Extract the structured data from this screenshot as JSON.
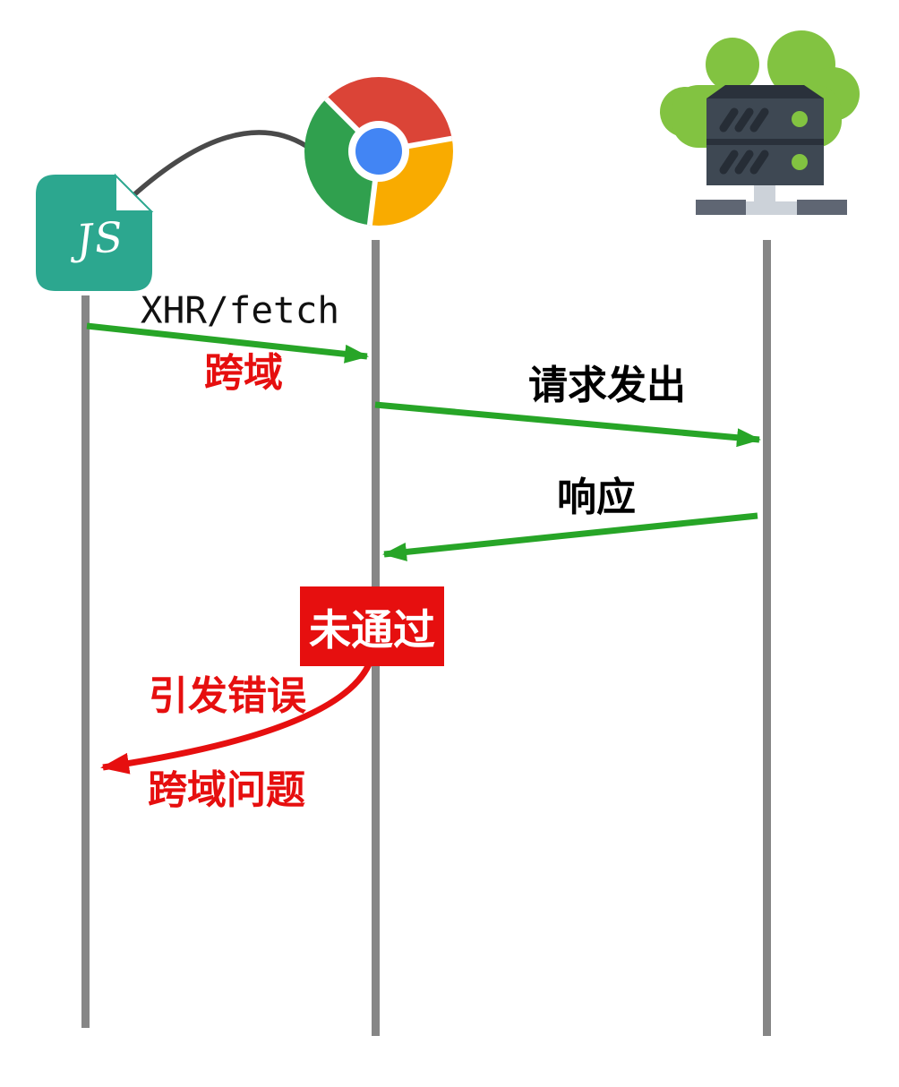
{
  "diagram": {
    "type": "sequence-diagram",
    "actors": [
      {
        "id": "js-source",
        "icon": "js-file-icon",
        "label": "JS"
      },
      {
        "id": "browser",
        "icon": "chrome-icon",
        "label": ""
      },
      {
        "id": "server",
        "icon": "server-cloud-icon",
        "label": ""
      }
    ],
    "js_label": "JS",
    "messages": {
      "xhr": "XHR/fetch",
      "cross_domain": "跨域",
      "request": "请求发出",
      "response": "响应",
      "not_passed": "未通过",
      "raise_error": "引发错误",
      "cross_problem": "跨域问题"
    },
    "colors": {
      "arrow_green": "#27a527",
      "alert_red": "#e60f0f",
      "lifeline_gray": "#868686",
      "connector_gray": "#4a4a4a",
      "js_icon_teal": "#2ca78f",
      "chrome_red": "#db4437",
      "chrome_yellow": "#f9ab00",
      "chrome_green": "#30a04e",
      "chrome_blue": "#4285f4",
      "server_cloud_green": "#82c341",
      "server_body_slate": "#3e4853",
      "text_black": "#111111"
    }
  }
}
